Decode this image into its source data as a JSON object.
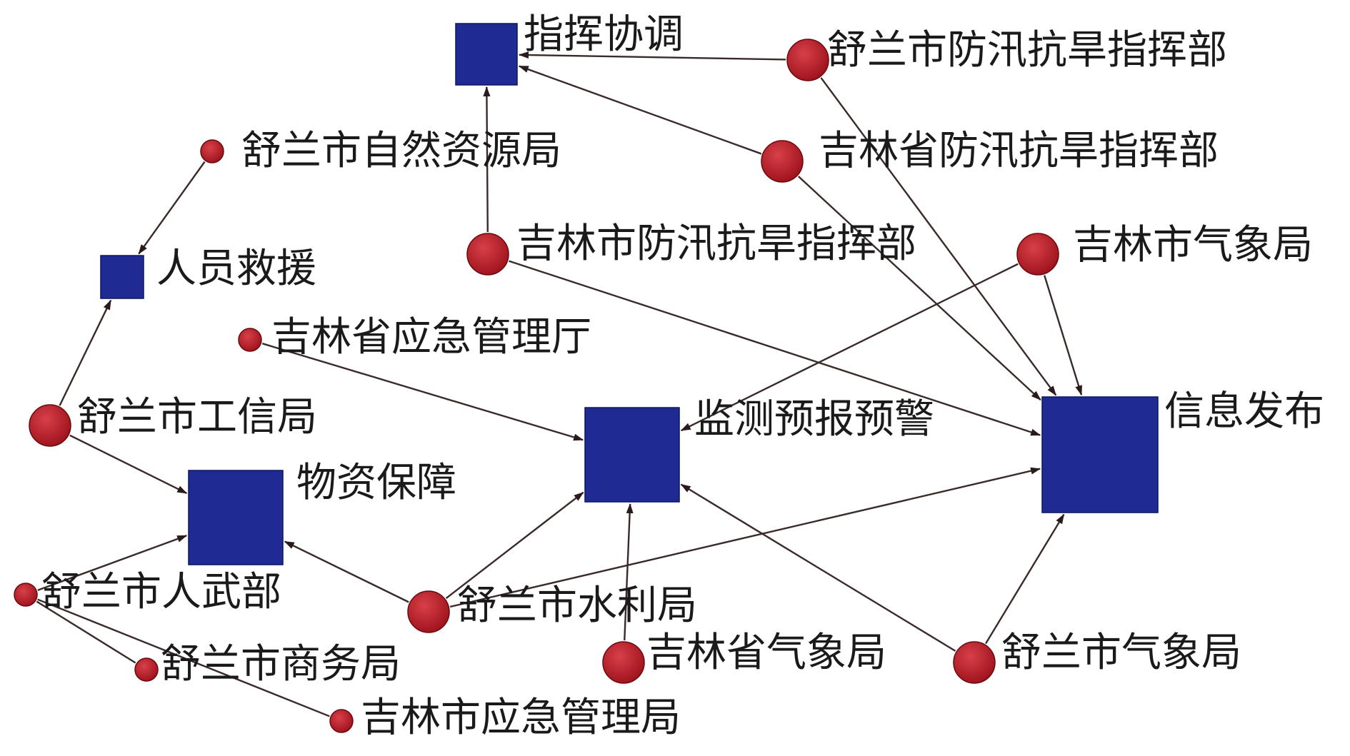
{
  "colors": {
    "task_node": "#1f2a93",
    "agency_node": "#b3202a",
    "edge": "#3a2a2a",
    "text": "#1a1a1a"
  },
  "task_nodes": [
    {
      "id": "command",
      "label": "指挥协调"
    },
    {
      "id": "rescue",
      "label": "人员救援"
    },
    {
      "id": "material",
      "label": "物资保障"
    },
    {
      "id": "monitor",
      "label": "监测预报预警"
    },
    {
      "id": "info",
      "label": "信息发布"
    }
  ],
  "agency_nodes": [
    {
      "id": "shulan_flood",
      "label": "舒兰市防汛抗旱指挥部"
    },
    {
      "id": "jilin_prov_flood",
      "label": "吉林省防汛抗旱指挥部"
    },
    {
      "id": "shulan_natres",
      "label": "舒兰市自然资源局"
    },
    {
      "id": "jilin_city_flood",
      "label": "吉林市防汛抗旱指挥部"
    },
    {
      "id": "jilin_city_met",
      "label": "吉林市气象局"
    },
    {
      "id": "jilin_prov_emerg",
      "label": "吉林省应急管理厅"
    },
    {
      "id": "shulan_mii",
      "label": "舒兰市工信局"
    },
    {
      "id": "shulan_armed",
      "label": "舒兰市人武部"
    },
    {
      "id": "shulan_water",
      "label": "舒兰市水利局"
    },
    {
      "id": "shulan_commerce",
      "label": "舒兰市商务局"
    },
    {
      "id": "jilin_prov_met",
      "label": "吉林省气象局"
    },
    {
      "id": "shulan_met",
      "label": "舒兰市气象局"
    },
    {
      "id": "jilin_city_emerg",
      "label": "吉林市应急管理局"
    }
  ],
  "edges": [
    {
      "from": "shulan_flood",
      "to": "command"
    },
    {
      "from": "jilin_prov_flood",
      "to": "command"
    },
    {
      "from": "jilin_city_flood",
      "to": "command"
    },
    {
      "from": "shulan_natres",
      "to": "rescue"
    },
    {
      "from": "shulan_mii",
      "to": "rescue"
    },
    {
      "from": "shulan_mii",
      "to": "material"
    },
    {
      "from": "shulan_armed",
      "to": "material"
    },
    {
      "from": "shulan_water",
      "to": "material"
    },
    {
      "from": "shulan_water",
      "to": "monitor"
    },
    {
      "from": "shulan_water",
      "to": "info"
    },
    {
      "from": "jilin_prov_emerg",
      "to": "monitor"
    },
    {
      "from": "jilin_city_met",
      "to": "monitor"
    },
    {
      "from": "jilin_prov_met",
      "to": "monitor"
    },
    {
      "from": "shulan_met",
      "to": "monitor"
    },
    {
      "from": "shulan_flood",
      "to": "info"
    },
    {
      "from": "jilin_prov_flood",
      "to": "info"
    },
    {
      "from": "jilin_city_flood",
      "to": "info"
    },
    {
      "from": "jilin_city_met",
      "to": "info"
    },
    {
      "from": "shulan_met",
      "to": "info"
    }
  ],
  "undirected_edges": [
    {
      "from": "shulan_commerce",
      "to": "shulan_armed"
    },
    {
      "from": "jilin_city_emerg",
      "to": "shulan_armed"
    }
  ]
}
